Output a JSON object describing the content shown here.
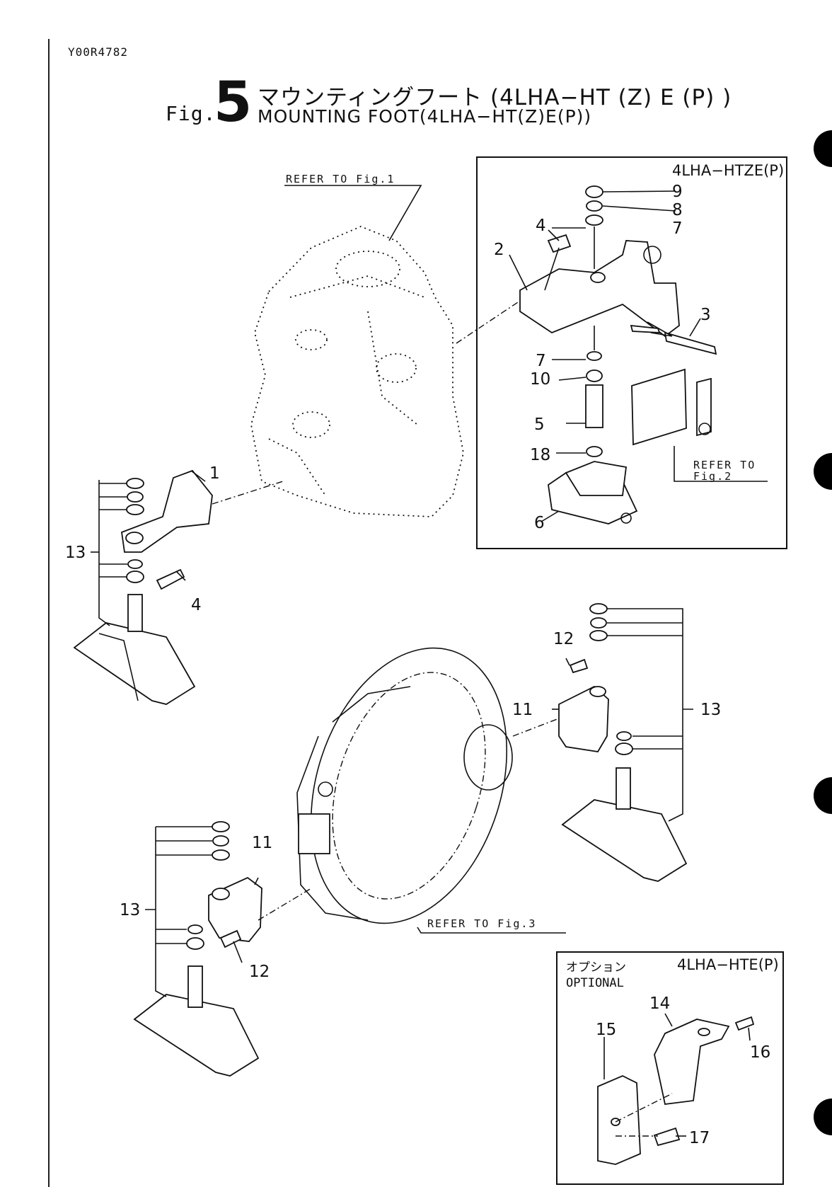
{
  "header": {
    "doc_code": "Y00R4782",
    "fig_word": "Fig.",
    "fig_number": "5",
    "title_jp": "マウンティングフート (4LHA−HT (Z) E (P) )",
    "title_en": "MOUNTING FOOT(4LHA−HT(Z)E(P))"
  },
  "references": {
    "fig1": "REFER TO Fig.1",
    "fig2_line1": "REFER TO",
    "fig2_line2": "Fig.2",
    "fig3": "REFER TO Fig.3"
  },
  "boxes": {
    "htze": {
      "title": "4LHA−HTZE(P)"
    },
    "hte": {
      "title": "4LHA−HTE(P)",
      "optional_jp": "オプション",
      "optional_en": "OPTIONAL"
    }
  },
  "callouts": {
    "c1": "1",
    "c2": "2",
    "c3": "3",
    "c4_box": "4",
    "c4_left": "4",
    "c5": "5",
    "c6": "6",
    "c7_top": "7",
    "c7_bottom": "7",
    "c8": "8",
    "c9": "9",
    "c10": "10",
    "c11_right": "11",
    "c11_left": "11",
    "c12_right": "12",
    "c12_left": "12",
    "c13_upper_left": "13",
    "c13_right": "13",
    "c13_lower_left": "13",
    "c14": "14",
    "c15": "15",
    "c16": "16",
    "c17": "17",
    "c18": "18"
  },
  "icons": {
    "punch_holes": "binder-punch-hole-icon"
  }
}
